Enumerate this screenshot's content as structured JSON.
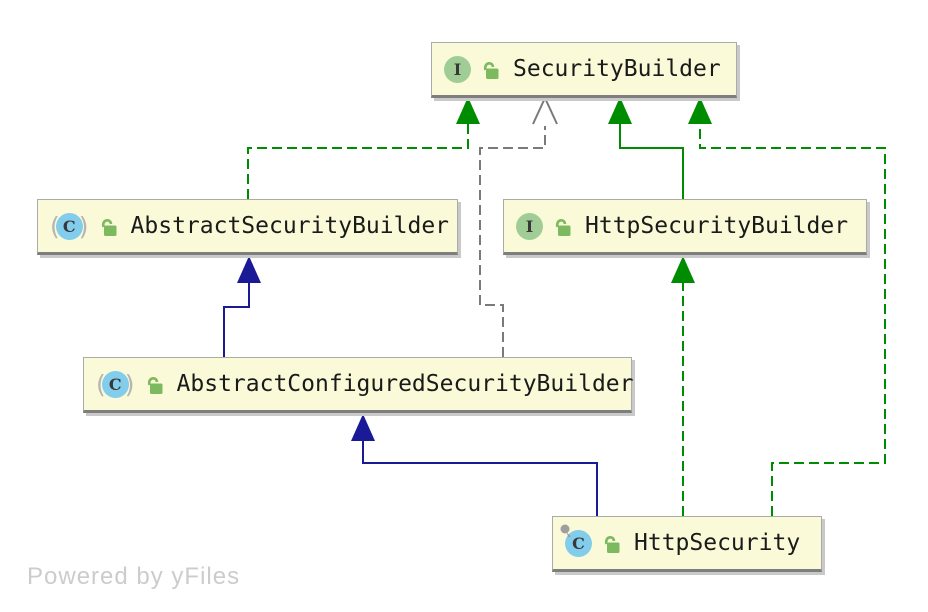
{
  "diagram": {
    "nodes": [
      {
        "label": "SecurityBuilder",
        "kind": "interface",
        "icon_letter": "I",
        "visibility": "public"
      },
      {
        "label": "AbstractSecurityBuilder",
        "kind": "abstract class",
        "icon_letter": "C",
        "visibility": "public"
      },
      {
        "label": "HttpSecurityBuilder",
        "kind": "interface",
        "icon_letter": "I",
        "visibility": "public"
      },
      {
        "label": "AbstractConfiguredSecurityBuilder",
        "kind": "abstract class",
        "icon_letter": "C",
        "visibility": "public"
      },
      {
        "label": "HttpSecurity",
        "kind": "final class",
        "icon_letter": "C",
        "visibility": "public"
      }
    ],
    "edges": [
      {
        "from": "AbstractSecurityBuilder",
        "to": "SecurityBuilder",
        "relation": "implements",
        "line": "green dashed",
        "arrowhead": "filled triangle"
      },
      {
        "from": "AbstractConfiguredSecurityBuilder",
        "to": "SecurityBuilder",
        "relation": "realization (dependency)",
        "line": "gray dashed",
        "arrowhead": "hollow open triangle"
      },
      {
        "from": "HttpSecurityBuilder",
        "to": "SecurityBuilder",
        "relation": "extends (interface)",
        "line": "green solid",
        "arrowhead": "filled triangle"
      },
      {
        "from": "HttpSecurity",
        "to": "SecurityBuilder",
        "relation": "implements",
        "line": "green dashed",
        "arrowhead": "filled triangle"
      },
      {
        "from": "HttpSecurity",
        "to": "HttpSecurityBuilder",
        "relation": "implements",
        "line": "green dashed",
        "arrowhead": "filled triangle"
      },
      {
        "from": "AbstractConfiguredSecurityBuilder",
        "to": "AbstractSecurityBuilder",
        "relation": "extends (class)",
        "line": "navy solid",
        "arrowhead": "filled triangle"
      },
      {
        "from": "HttpSecurity",
        "to": "AbstractConfiguredSecurityBuilder",
        "relation": "extends (class)",
        "line": "navy solid",
        "arrowhead": "filled triangle"
      }
    ],
    "colors": {
      "implements_extends_interface": "#008c00",
      "extends_class": "#1a1a96",
      "dependency": "#7a7a7a",
      "node_fill": "#fafad8",
      "node_border": "#ababab",
      "interface_icon": "#a0cd96",
      "class_icon": "#82cdeb",
      "public_lock": "#7db95f"
    }
  },
  "watermark": {
    "text": "Powered by yFiles"
  }
}
